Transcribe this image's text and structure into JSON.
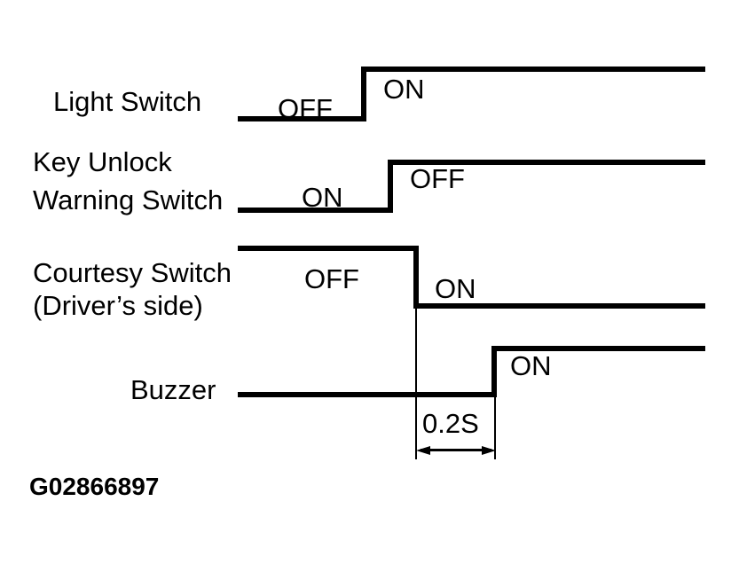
{
  "figure_id": "G02866897",
  "annotation": {
    "duration": "0.2S",
    "meaning": "delay between Courtesy Switch ON and Buzzer ON"
  },
  "signals": [
    {
      "id": "light-switch",
      "label_lines": [
        "Light Switch"
      ],
      "before_state": "OFF",
      "after_state": "ON",
      "waveform": "low-to-high"
    },
    {
      "id": "key-unlock-warning-switch",
      "label_lines": [
        "Key Unlock",
        "Warning Switch"
      ],
      "before_state": "ON",
      "after_state": "OFF",
      "waveform": "low-to-high"
    },
    {
      "id": "courtesy-switch-drivers-side",
      "label_lines": [
        "Courtesy Switch",
        "(Driver’s side)"
      ],
      "before_state": "OFF",
      "after_state": "ON",
      "waveform": "high-to-low"
    },
    {
      "id": "buzzer",
      "label_lines": [
        "Buzzer"
      ],
      "after_state": "ON",
      "waveform": "low-to-high"
    }
  ],
  "colors": {
    "ink": "#000000",
    "background": "#ffffff"
  }
}
